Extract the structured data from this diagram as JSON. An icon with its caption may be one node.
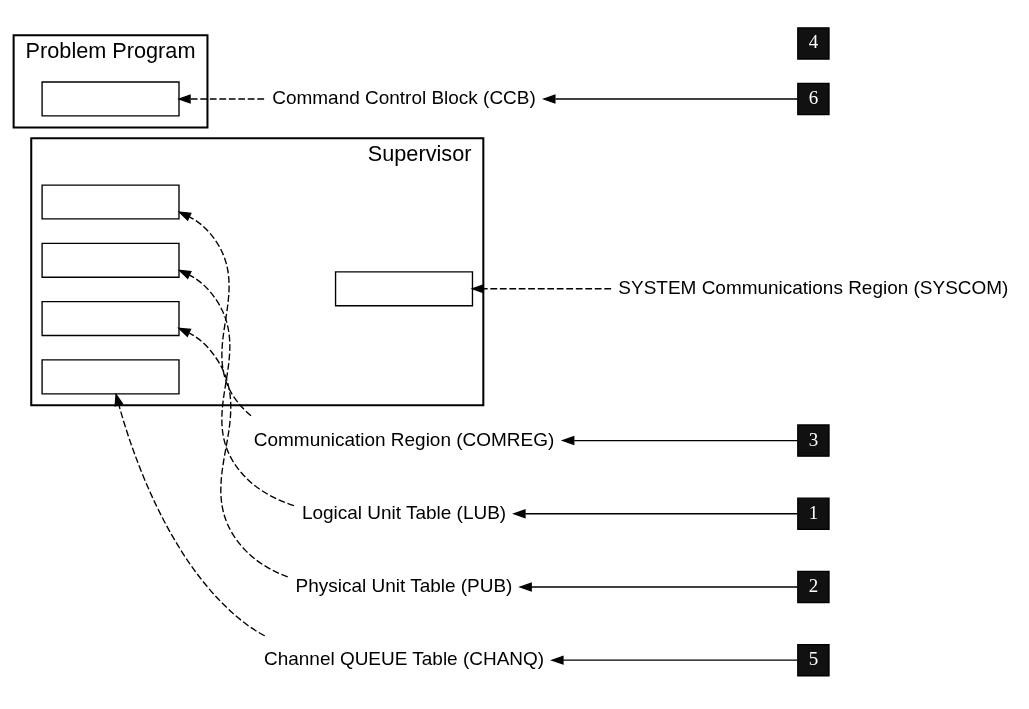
{
  "diagram": {
    "nodes": [
      {
        "text": [
          "Supervisor"
        ]
      },
      {
        "text": [],
        "shape": "box",
        "in": 0
      },
      {
        "text": [],
        "shape": "box",
        "in": 0
      },
      {
        "text": [],
        "shape": "box",
        "in": 0
      },
      {
        "text": [],
        "shape": "box",
        "in": 0
      },
      {
        "text": [],
        "shape": "box",
        "in": 0
      },
      {
        "text": [
          "Problem Program"
        ]
      },
      {
        "text": [],
        "shape": "box",
        "in": 6
      },
      {
        "text": [
          "Communication Region (COMREG)"
        ]
      },
      {
        "text": [
          "3"
        ]
      },
      {
        "text": [
          "SYSTEM Communications Region (SYSCOM)"
        ]
      },
      {
        "text": [
          "4"
        ]
      },
      {
        "text": [
          "Logical Unit Table (LUB)"
        ]
      },
      {
        "text": [
          "1"
        ]
      },
      {
        "text": [
          "Physical Unit Table (PUB)"
        ]
      },
      {
        "text": [
          "2"
        ]
      },
      {
        "text": [
          "Channel QUEUE Table (CHANQ)"
        ]
      },
      {
        "text": [
          "5"
        ]
      },
      {
        "text": [
          "Command Control Block (CCB)"
        ]
      },
      {
        "text": [
          "6"
        ]
      }
    ],
    "edges": [
      {
        "from": 8,
        "to": 1,
        "arrow": "to",
        "style": "dashed"
      },
      {
        "from": 9,
        "to": 8,
        "arrow": "to"
      },
      {
        "from": 10,
        "to": 2,
        "arrow": "to",
        "style": "dashed"
      },
      {
        "from": 12,
        "to": 3,
        "arrow": "to",
        "style": "dashed"
      },
      {
        "from": 13,
        "to": 12,
        "arrow": "to"
      },
      {
        "from": 14,
        "to": 4,
        "arrow": "to",
        "style": "dashed"
      },
      {
        "from": 15,
        "to": 14,
        "arrow": "to"
      },
      {
        "from": 16,
        "to": 5,
        "arrow": "to",
        "style": "dashed"
      },
      {
        "from": 17,
        "to": 16,
        "arrow": "to"
      },
      {
        "from": 18,
        "to": 7,
        "arrow": "to",
        "style": "dashed"
      },
      {
        "from": 19,
        "to": 18,
        "arrow": "to"
      }
    ]
  }
}
